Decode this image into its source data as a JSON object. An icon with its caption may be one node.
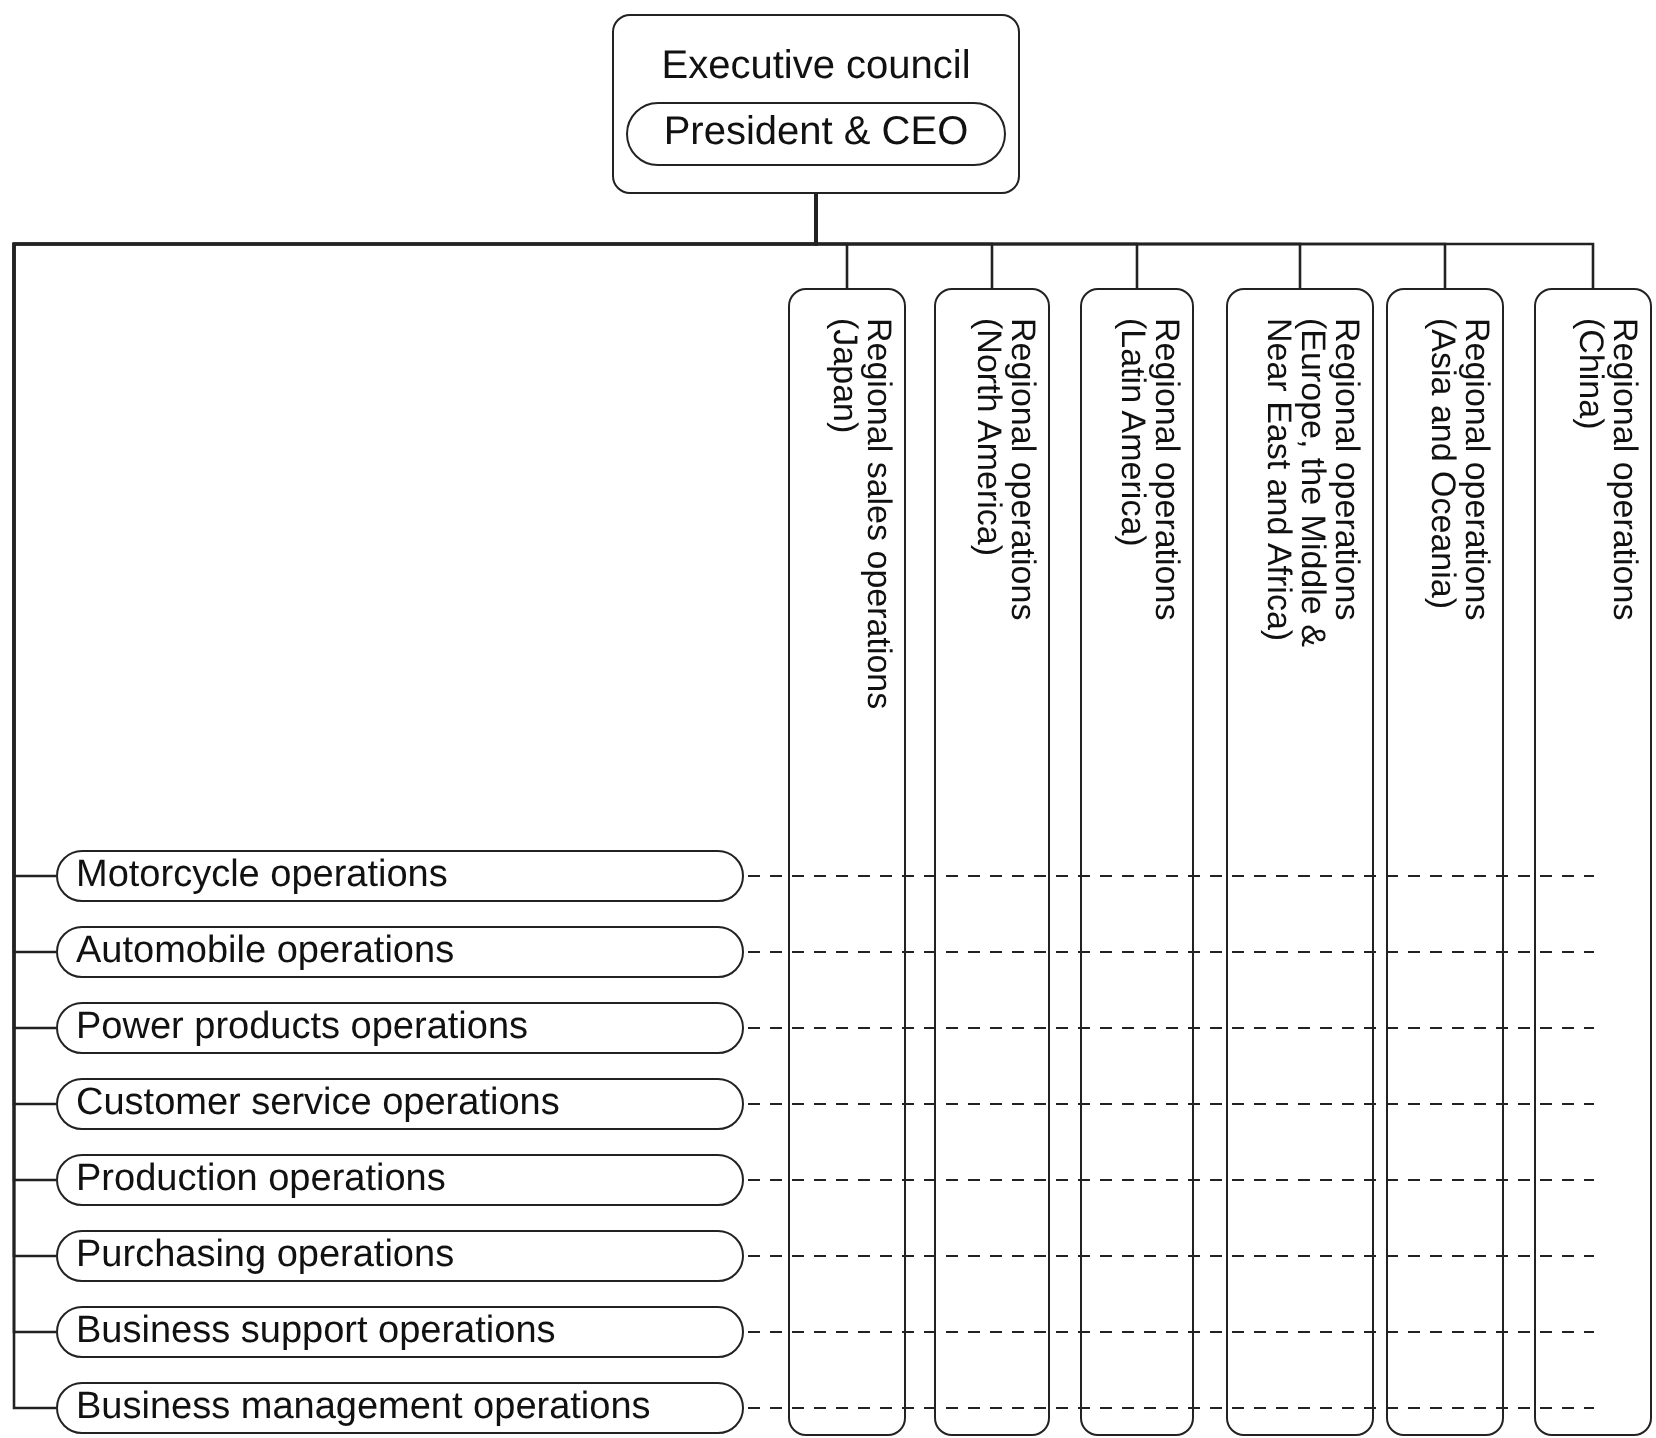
{
  "diagram": {
    "nodes": [
      {
        "text": [
          "Executive council"
        ]
      },
      {
        "text": [
          "President & CEO"
        ],
        "in": 0
      },
      {
        "text": [
          "Regional sales operations (Japan)"
        ]
      },
      {
        "text": [
          "Regional operations (North America)"
        ]
      },
      {
        "text": [
          "Regional operations (Latin America)"
        ]
      },
      {
        "text": [
          "Regional operations (Europe, the Middle & Near East and Africa)"
        ]
      },
      {
        "text": [
          "Regional operations (Asia and Oceania)"
        ]
      },
      {
        "text": [
          "Regional operations (China)"
        ]
      },
      {
        "text": [
          "Motorcycle operations"
        ]
      },
      {
        "text": [
          "Automobile operations"
        ]
      },
      {
        "text": [
          "Power products operations"
        ]
      },
      {
        "text": [
          "Customer service operations"
        ]
      },
      {
        "text": [
          "Production operations"
        ]
      },
      {
        "text": [
          "Purchasing operations"
        ]
      },
      {
        "text": [
          "Business support operations"
        ]
      },
      {
        "text": [
          "Business management operations"
        ]
      }
    ],
    "edges": [
      {
        "from": 0,
        "to": 2,
        "arrow": "none"
      },
      {
        "from": 0,
        "to": 3,
        "arrow": "none"
      },
      {
        "from": 0,
        "to": 4,
        "arrow": "none"
      },
      {
        "from": 0,
        "to": 5,
        "arrow": "none"
      },
      {
        "from": 0,
        "to": 6,
        "arrow": "none"
      },
      {
        "from": 0,
        "to": 7,
        "arrow": "none"
      },
      {
        "from": 0,
        "to": 8,
        "arrow": "none"
      },
      {
        "from": 0,
        "to": 9,
        "arrow": "none"
      },
      {
        "from": 0,
        "to": 10,
        "arrow": "none"
      },
      {
        "from": 0,
        "to": 11,
        "arrow": "none"
      },
      {
        "from": 0,
        "to": 12,
        "arrow": "none"
      },
      {
        "from": 0,
        "to": 13,
        "arrow": "none"
      },
      {
        "from": 0,
        "to": 14,
        "arrow": "none"
      },
      {
        "from": 0,
        "to": 15,
        "arrow": "none"
      }
    ]
  }
}
